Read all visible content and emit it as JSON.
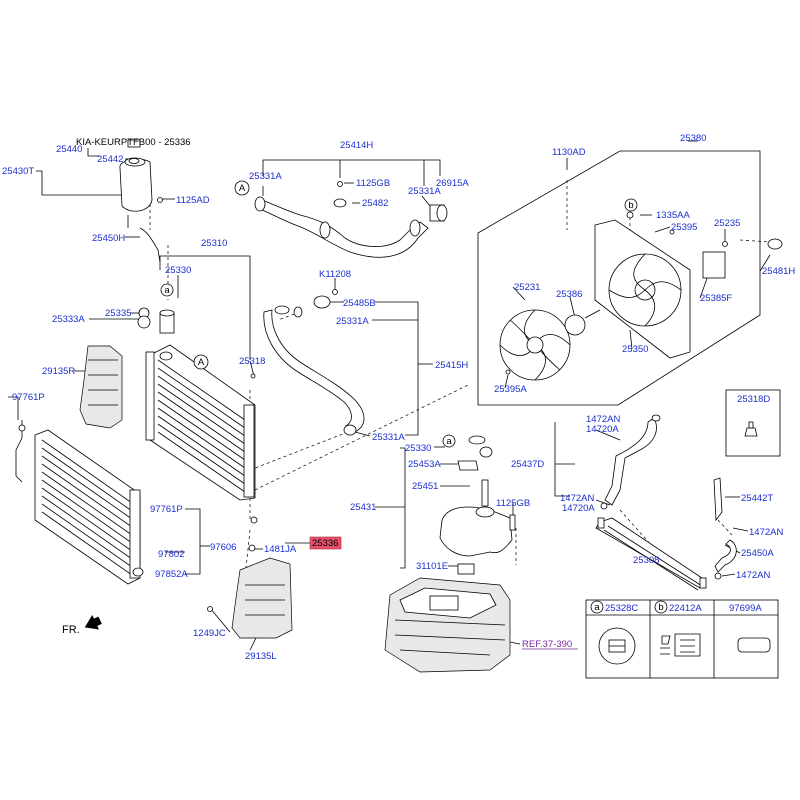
{
  "labels": {
    "l25440": "25440",
    "lkia": "KIA-KEURPTFB00 - 25336",
    "l25430T": "25430T",
    "l25442": "25442",
    "l1125AD": "1125AD",
    "l25450H": "25450H",
    "l25310": "25310",
    "l25330a": "25330",
    "l25333A": "25333A",
    "l25335": "25335",
    "l29135R": "29135R",
    "l25318": "25318",
    "l97761Pa": "97761P",
    "l97761Pb": "97761P",
    "l97606": "97606",
    "l97802": "97802",
    "l97852A": "97852A",
    "l25336": "25336",
    "l1481JA": "1481JA",
    "l1249JC": "1249JC",
    "l29135L": "29135L",
    "lFR": "FR.",
    "l25414H": "25414H",
    "l25331Aa": "25331A",
    "l1125GBa": "1125GB",
    "l25482": "25482",
    "l25331Ab": "25331A",
    "l26915A": "26915A",
    "lK11208": "K11208",
    "l25485B": "25485B",
    "l25331Ac": "25331A",
    "l25415H": "25415H",
    "l25331Ad": "25331A",
    "l25330b": "25330",
    "l25453A": "25453A",
    "l25451": "25451",
    "l25431": "25431",
    "l1125GBb": "1125GB",
    "l31101E": "31101E",
    "lREF": "REF.37-390",
    "l1130AD": "1130AD",
    "l25380": "25380",
    "l1335AA": "1335AA",
    "l25395": "25395",
    "l25235": "25235",
    "l25481H": "25481H",
    "l25231": "25231",
    "l25386": "25386",
    "l25385F": "25385F",
    "l25350": "25350",
    "l25395A": "25395A",
    "l25318D": "25318D",
    "l1472ANa": "1472AN",
    "l14720Aa": "14720A",
    "l25437D": "25437D",
    "l1472ANb": "1472AN",
    "l14720Ab": "14720A",
    "l25442T": "25442T",
    "l1472ANc": "1472AN",
    "l25450A": "25450A",
    "l1472ANd": "1472AN",
    "l25308": "25308"
  },
  "markers": {
    "m_a1": "a",
    "m_A1": "A",
    "m_A2": "A",
    "m_a2": "a",
    "m_b1": "b",
    "m_b2": "b"
  },
  "legend": {
    "items": [
      {
        "marker": "a",
        "code": "25328C"
      },
      {
        "marker": "b",
        "code": "22412A"
      },
      {
        "marker": "",
        "code": "97699A"
      }
    ]
  }
}
